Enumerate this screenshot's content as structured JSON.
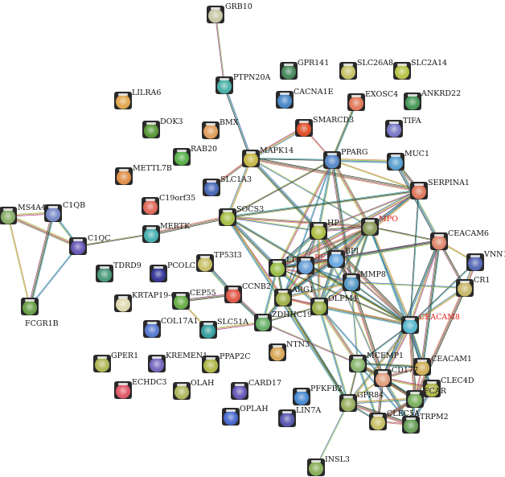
{
  "title": "",
  "colors": {
    "label_default": "#111111",
    "label_highlight": "#e0201c",
    "edge_palette": [
      "#6a8a2a",
      "#3a5fa8",
      "#9b3a8c",
      "#2e9e9e",
      "#d27a3a",
      "#222222",
      "#8fc03a"
    ]
  },
  "nodes": [
    {
      "id": "GRB10",
      "label": "GRB10",
      "color": "#c9c7a8"
    },
    {
      "id": "GPR141",
      "label": "GPR141",
      "color": "#4a8a5e"
    },
    {
      "id": "SLC26A8",
      "label": "SLC26A8",
      "color": "#c9c46a"
    },
    {
      "id": "SLC2A14",
      "label": "SLC2A14",
      "color": "#b8c44a"
    },
    {
      "id": "PTPN20A",
      "label": "PTPN20A",
      "color": "#4ab0a8"
    },
    {
      "id": "CACNA1E",
      "label": "CACNA1E",
      "color": "#4a88c8"
    },
    {
      "id": "EXOSC4",
      "label": "EXOSC4",
      "color": "#e07a5a"
    },
    {
      "id": "ANKRD22",
      "label": "ANKRD22",
      "color": "#4a9a5a"
    },
    {
      "id": "LILRA6",
      "label": "LILRA6",
      "color": "#e0a850"
    },
    {
      "id": "DOK3",
      "label": "DOK3",
      "color": "#5a9a3a"
    },
    {
      "id": "BMX",
      "label": "BMX",
      "color": "#e0a060"
    },
    {
      "id": "SMARCD3",
      "label": "SMARCD3",
      "color": "#e0502a"
    },
    {
      "id": "TIFA",
      "label": "TIFA",
      "color": "#7a7ac8"
    },
    {
      "id": "RAB20",
      "label": "RAB20",
      "color": "#5ab04a"
    },
    {
      "id": "MAPK14",
      "label": "MAPK14",
      "color": "#c8b84a"
    },
    {
      "id": "PPARG",
      "label": "PPARG",
      "color": "#5a8ac8"
    },
    {
      "id": "MUC1",
      "label": "MUC1",
      "color": "#5aa0d0"
    },
    {
      "id": "METTL7B",
      "label": "METTL7B",
      "color": "#e0904a"
    },
    {
      "id": "SLC1A3",
      "label": "SLC1A3",
      "color": "#4a6ab8"
    },
    {
      "id": "SERPINA1",
      "label": "SERPINA1",
      "color": "#e07a60"
    },
    {
      "id": "C19orf35",
      "label": "C19orf35",
      "color": "#e06a5a"
    },
    {
      "id": "MS4A4A",
      "label": "MS4A4A",
      "color": "#8ab06a"
    },
    {
      "id": "C1QB",
      "label": "C1QB",
      "color": "#7a8ac8"
    },
    {
      "id": "SOCS3",
      "label": "SOCS3",
      "color": "#a8c04a"
    },
    {
      "id": "MERTK",
      "label": "MERTK",
      "color": "#4ab0b0"
    },
    {
      "id": "HP",
      "label": "HP",
      "color": "#b0c04a"
    },
    {
      "id": "MPO",
      "label": "MPO",
      "color": "#8a9a5a",
      "highlight": true
    },
    {
      "id": "CEACAM6",
      "label": "CEACAM6",
      "color": "#e08a70"
    },
    {
      "id": "C1QC",
      "label": "C1QC",
      "color": "#6a5ab8"
    },
    {
      "id": "VNN1",
      "label": "VNN1",
      "color": "#5a6ab8"
    },
    {
      "id": "TDRD9",
      "label": "TDRD9",
      "color": "#4a9a7a"
    },
    {
      "id": "PCOLCE2",
      "label": "PCOLCE2",
      "color": "#3a3a9a"
    },
    {
      "id": "TP53I3",
      "label": "TP53I3",
      "color": "#c8c06a"
    },
    {
      "id": "LTF",
      "label": "LTF",
      "color": "#9ac04a"
    },
    {
      "id": "RETN",
      "label": "RETN",
      "color": "#6aa0d8",
      "highlight": true
    },
    {
      "id": "BPI",
      "label": "BPI",
      "color": "#6aa8e0"
    },
    {
      "id": "MMP8",
      "label": "MMP8",
      "color": "#5a9ac8"
    },
    {
      "id": "CR1",
      "label": "CR1",
      "color": "#c8b86a"
    },
    {
      "id": "FCGR1B",
      "label": "FCGR1B",
      "color": "#6aa04a"
    },
    {
      "id": "KRTAP19-6",
      "label": "KRTAP19-6",
      "color": "#e0d8b0"
    },
    {
      "id": "CEP55",
      "label": "CEP55",
      "color": "#6ab04a"
    },
    {
      "id": "CCNB2",
      "label": "CCNB2",
      "color": "#e05a4a"
    },
    {
      "id": "ARG1",
      "label": "ARG1",
      "color": "#a0b04a"
    },
    {
      "id": "OLFM4",
      "label": "OLFM4",
      "color": "#9ab04a"
    },
    {
      "id": "ZDHHC19",
      "label": "ZDHHC19",
      "color": "#6ab06a"
    },
    {
      "id": "CEACAM8",
      "label": "CEACAM8",
      "color": "#5ab8d0",
      "highlight": true
    },
    {
      "id": "COL17A1",
      "label": "COL17A1",
      "color": "#5a7ad0"
    },
    {
      "id": "SLC51A",
      "label": "SLC51A",
      "color": "#3aa0a0"
    },
    {
      "id": "NTN3",
      "label": "NTN3",
      "color": "#d8a85a"
    },
    {
      "id": "MCEMP1",
      "label": "MCEMP1",
      "color": "#8ab870"
    },
    {
      "id": "CEACAM1",
      "label": "CEACAM1",
      "color": "#d0b05a"
    },
    {
      "id": "GPER1",
      "label": "GPER1",
      "color": "#b0b85a"
    },
    {
      "id": "KREMEN1",
      "label": "KREMEN1",
      "color": "#7a6ac0"
    },
    {
      "id": "PPAP2C",
      "label": "PPAP2C",
      "color": "#b0b84a"
    },
    {
      "id": "CD177",
      "label": "CD177",
      "color": "#e0a080"
    },
    {
      "id": "CLEC4D",
      "label": "CLEC4D",
      "color": "#b0b84a"
    },
    {
      "id": "ECHDC3",
      "label": "ECHDC3",
      "color": "#e05a6a"
    },
    {
      "id": "OLAH",
      "label": "OLAH",
      "color": "#b0b860"
    },
    {
      "id": "CARD17",
      "label": "CARD17",
      "color": "#6a5ab8"
    },
    {
      "id": "PFKFB2",
      "label": "PFKFB2",
      "color": "#4a8ad0"
    },
    {
      "id": "GPR84",
      "label": "GPR84",
      "color": "#9ab060"
    },
    {
      "id": "FCAR",
      "label": "FCAR",
      "color": "#7ab060"
    },
    {
      "id": "OPLAH",
      "label": "OPLAH",
      "color": "#4a6ad0"
    },
    {
      "id": "LIN7A",
      "label": "LIN7A",
      "color": "#5a5ab0"
    },
    {
      "id": "CLEC5A",
      "label": "CLEC5A",
      "color": "#c8c06a"
    },
    {
      "id": "TRPM2",
      "label": "TRPM2",
      "color": "#6aa05a"
    },
    {
      "id": "INSL3",
      "label": "INSL3",
      "color": "#8ab05a"
    }
  ],
  "edges": [
    [
      "GRB10",
      "PTPN20A"
    ],
    [
      "PTPN20A",
      "MAPK14"
    ],
    [
      "MAPK14",
      "SMARCD3"
    ],
    [
      "MAPK14",
      "PPARG"
    ],
    [
      "MAPK14",
      "SOCS3"
    ],
    [
      "MAPK14",
      "SERPINA1"
    ],
    [
      "MAPK14",
      "MPO"
    ],
    [
      "MAPK14",
      "SLC1A3"
    ],
    [
      "MAPK14",
      "HP"
    ],
    [
      "SMARCD3",
      "PPARG"
    ],
    [
      "EXOSC4",
      "PPARG"
    ],
    [
      "PPARG",
      "MUC1"
    ],
    [
      "PPARG",
      "SOCS3"
    ],
    [
      "PPARG",
      "HP"
    ],
    [
      "PPARG",
      "MPO"
    ],
    [
      "PPARG",
      "ARG1"
    ],
    [
      "PPARG",
      "LTF"
    ],
    [
      "PPARG",
      "MMP8"
    ],
    [
      "PPARG",
      "SERPINA1"
    ],
    [
      "MUC1",
      "SERPINA1"
    ],
    [
      "MUC1",
      "CEACAM6"
    ],
    [
      "SERPINA1",
      "HP"
    ],
    [
      "SERPINA1",
      "MPO"
    ],
    [
      "SERPINA1",
      "LTF"
    ],
    [
      "SERPINA1",
      "CEACAM8"
    ],
    [
      "SERPINA1",
      "BPI"
    ],
    [
      "SOCS3",
      "MERTK"
    ],
    [
      "SOCS3",
      "HP"
    ],
    [
      "SOCS3",
      "MPO"
    ],
    [
      "SOCS3",
      "LTF"
    ],
    [
      "SOCS3",
      "ARG1"
    ],
    [
      "SOCS3",
      "SERPINA1"
    ],
    [
      "SOCS3",
      "GPR84"
    ],
    [
      "MERTK",
      "C1QC"
    ],
    [
      "C1QC",
      "C1QB"
    ],
    [
      "C1QC",
      "MS4A4A"
    ],
    [
      "C1QC",
      "FCGR1B"
    ],
    [
      "C1QB",
      "MS4A4A"
    ],
    [
      "C1QB",
      "FCGR1B"
    ],
    [
      "MS4A4A",
      "FCGR1B"
    ],
    [
      "HP",
      "MPO"
    ],
    [
      "HP",
      "LTF"
    ],
    [
      "HP",
      "RETN"
    ],
    [
      "HP",
      "BPI"
    ],
    [
      "HP",
      "MMP8"
    ],
    [
      "HP",
      "ARG1"
    ],
    [
      "HP",
      "OLFM4"
    ],
    [
      "HP",
      "CEACAM8"
    ],
    [
      "HP",
      "CD177"
    ],
    [
      "MPO",
      "LTF"
    ],
    [
      "MPO",
      "RETN"
    ],
    [
      "MPO",
      "BPI"
    ],
    [
      "MPO",
      "MMP8"
    ],
    [
      "MPO",
      "CEACAM8"
    ],
    [
      "MPO",
      "CEACAM6"
    ],
    [
      "MPO",
      "OLFM4"
    ],
    [
      "MPO",
      "ARG1"
    ],
    [
      "MPO",
      "CEACAM1"
    ],
    [
      "CEACAM6",
      "CEACAM8"
    ],
    [
      "CEACAM6",
      "CEACAM1"
    ],
    [
      "CEACAM6",
      "VNN1"
    ],
    [
      "CEACAM6",
      "CR1"
    ],
    [
      "CEACAM6",
      "BPI"
    ],
    [
      "CEACAM6",
      "LTF"
    ],
    [
      "CEACAM6",
      "CD177"
    ],
    [
      "VNN1",
      "CR1"
    ],
    [
      "VNN1",
      "CEACAM8"
    ],
    [
      "CR1",
      "CEACAM8"
    ],
    [
      "CR1",
      "FCAR"
    ],
    [
      "CR1",
      "MMP8"
    ],
    [
      "LTF",
      "RETN"
    ],
    [
      "LTF",
      "BPI"
    ],
    [
      "LTF",
      "MMP8"
    ],
    [
      "LTF",
      "ARG1"
    ],
    [
      "LTF",
      "OLFM4"
    ],
    [
      "LTF",
      "CEACAM8"
    ],
    [
      "LTF",
      "ZDHHC19"
    ],
    [
      "RETN",
      "BPI"
    ],
    [
      "RETN",
      "MMP8"
    ],
    [
      "RETN",
      "ARG1"
    ],
    [
      "RETN",
      "OLFM4"
    ],
    [
      "RETN",
      "CEACAM8"
    ],
    [
      "BPI",
      "MMP8"
    ],
    [
      "BPI",
      "OLFM4"
    ],
    [
      "BPI",
      "CEACAM8"
    ],
    [
      "BPI",
      "ARG1"
    ],
    [
      "MMP8",
      "OLFM4"
    ],
    [
      "MMP8",
      "CEACAM8"
    ],
    [
      "MMP8",
      "ARG1"
    ],
    [
      "MMP8",
      "CD177"
    ],
    [
      "MMP8",
      "MCEMP1"
    ],
    [
      "ARG1",
      "OLFM4"
    ],
    [
      "ARG1",
      "ZDHHC19"
    ],
    [
      "ARG1",
      "CEACAM8"
    ],
    [
      "ARG1",
      "GPR84"
    ],
    [
      "OLFM4",
      "CEACAM8"
    ],
    [
      "OLFM4",
      "ZDHHC19"
    ],
    [
      "OLFM4",
      "GPR84"
    ],
    [
      "OLFM4",
      "MCEMP1"
    ],
    [
      "OLFM4",
      "CD177"
    ],
    [
      "ZDHHC19",
      "SLC51A"
    ],
    [
      "ZDHHC19",
      "CCNB2"
    ],
    [
      "SLC51A",
      "CEP55"
    ],
    [
      "CCNB2",
      "CEP55"
    ],
    [
      "CCNB2",
      "TP53I3"
    ],
    [
      "ZDHHC19",
      "MCEMP1"
    ],
    [
      "CEACAM8",
      "CEACAM1"
    ],
    [
      "CEACAM8",
      "CD177"
    ],
    [
      "CEACAM8",
      "MCEMP1"
    ],
    [
      "CEACAM8",
      "GPR84"
    ],
    [
      "CEACAM8",
      "FCAR"
    ],
    [
      "CEACAM8",
      "CLEC4D"
    ],
    [
      "CEACAM1",
      "CD177"
    ],
    [
      "CEACAM1",
      "CLEC4D"
    ],
    [
      "CEACAM1",
      "FCAR"
    ],
    [
      "CEACAM1",
      "MCEMP1"
    ],
    [
      "MCEMP1",
      "CD177"
    ],
    [
      "MCEMP1",
      "GPR84"
    ],
    [
      "MCEMP1",
      "CLEC5A"
    ],
    [
      "MCEMP1",
      "FCAR"
    ],
    [
      "MCEMP1",
      "TRPM2"
    ],
    [
      "CD177",
      "CLEC4D"
    ],
    [
      "CD177",
      "FCAR"
    ],
    [
      "CD177",
      "GPR84"
    ],
    [
      "CD177",
      "CLEC5A"
    ],
    [
      "CD177",
      "TRPM2"
    ],
    [
      "CLEC4D",
      "FCAR"
    ],
    [
      "CLEC4D",
      "TRPM2"
    ],
    [
      "CLEC4D",
      "CLEC5A"
    ],
    [
      "GPR84",
      "CLEC5A"
    ],
    [
      "GPR84",
      "FCAR"
    ],
    [
      "GPR84",
      "TRPM2"
    ],
    [
      "GPR84",
      "INSL3"
    ],
    [
      "FCAR",
      "CLEC5A"
    ],
    [
      "FCAR",
      "TRPM2"
    ],
    [
      "CLEC5A",
      "TRPM2"
    ],
    [
      "SOCS3",
      "CEACAM8"
    ]
  ]
}
